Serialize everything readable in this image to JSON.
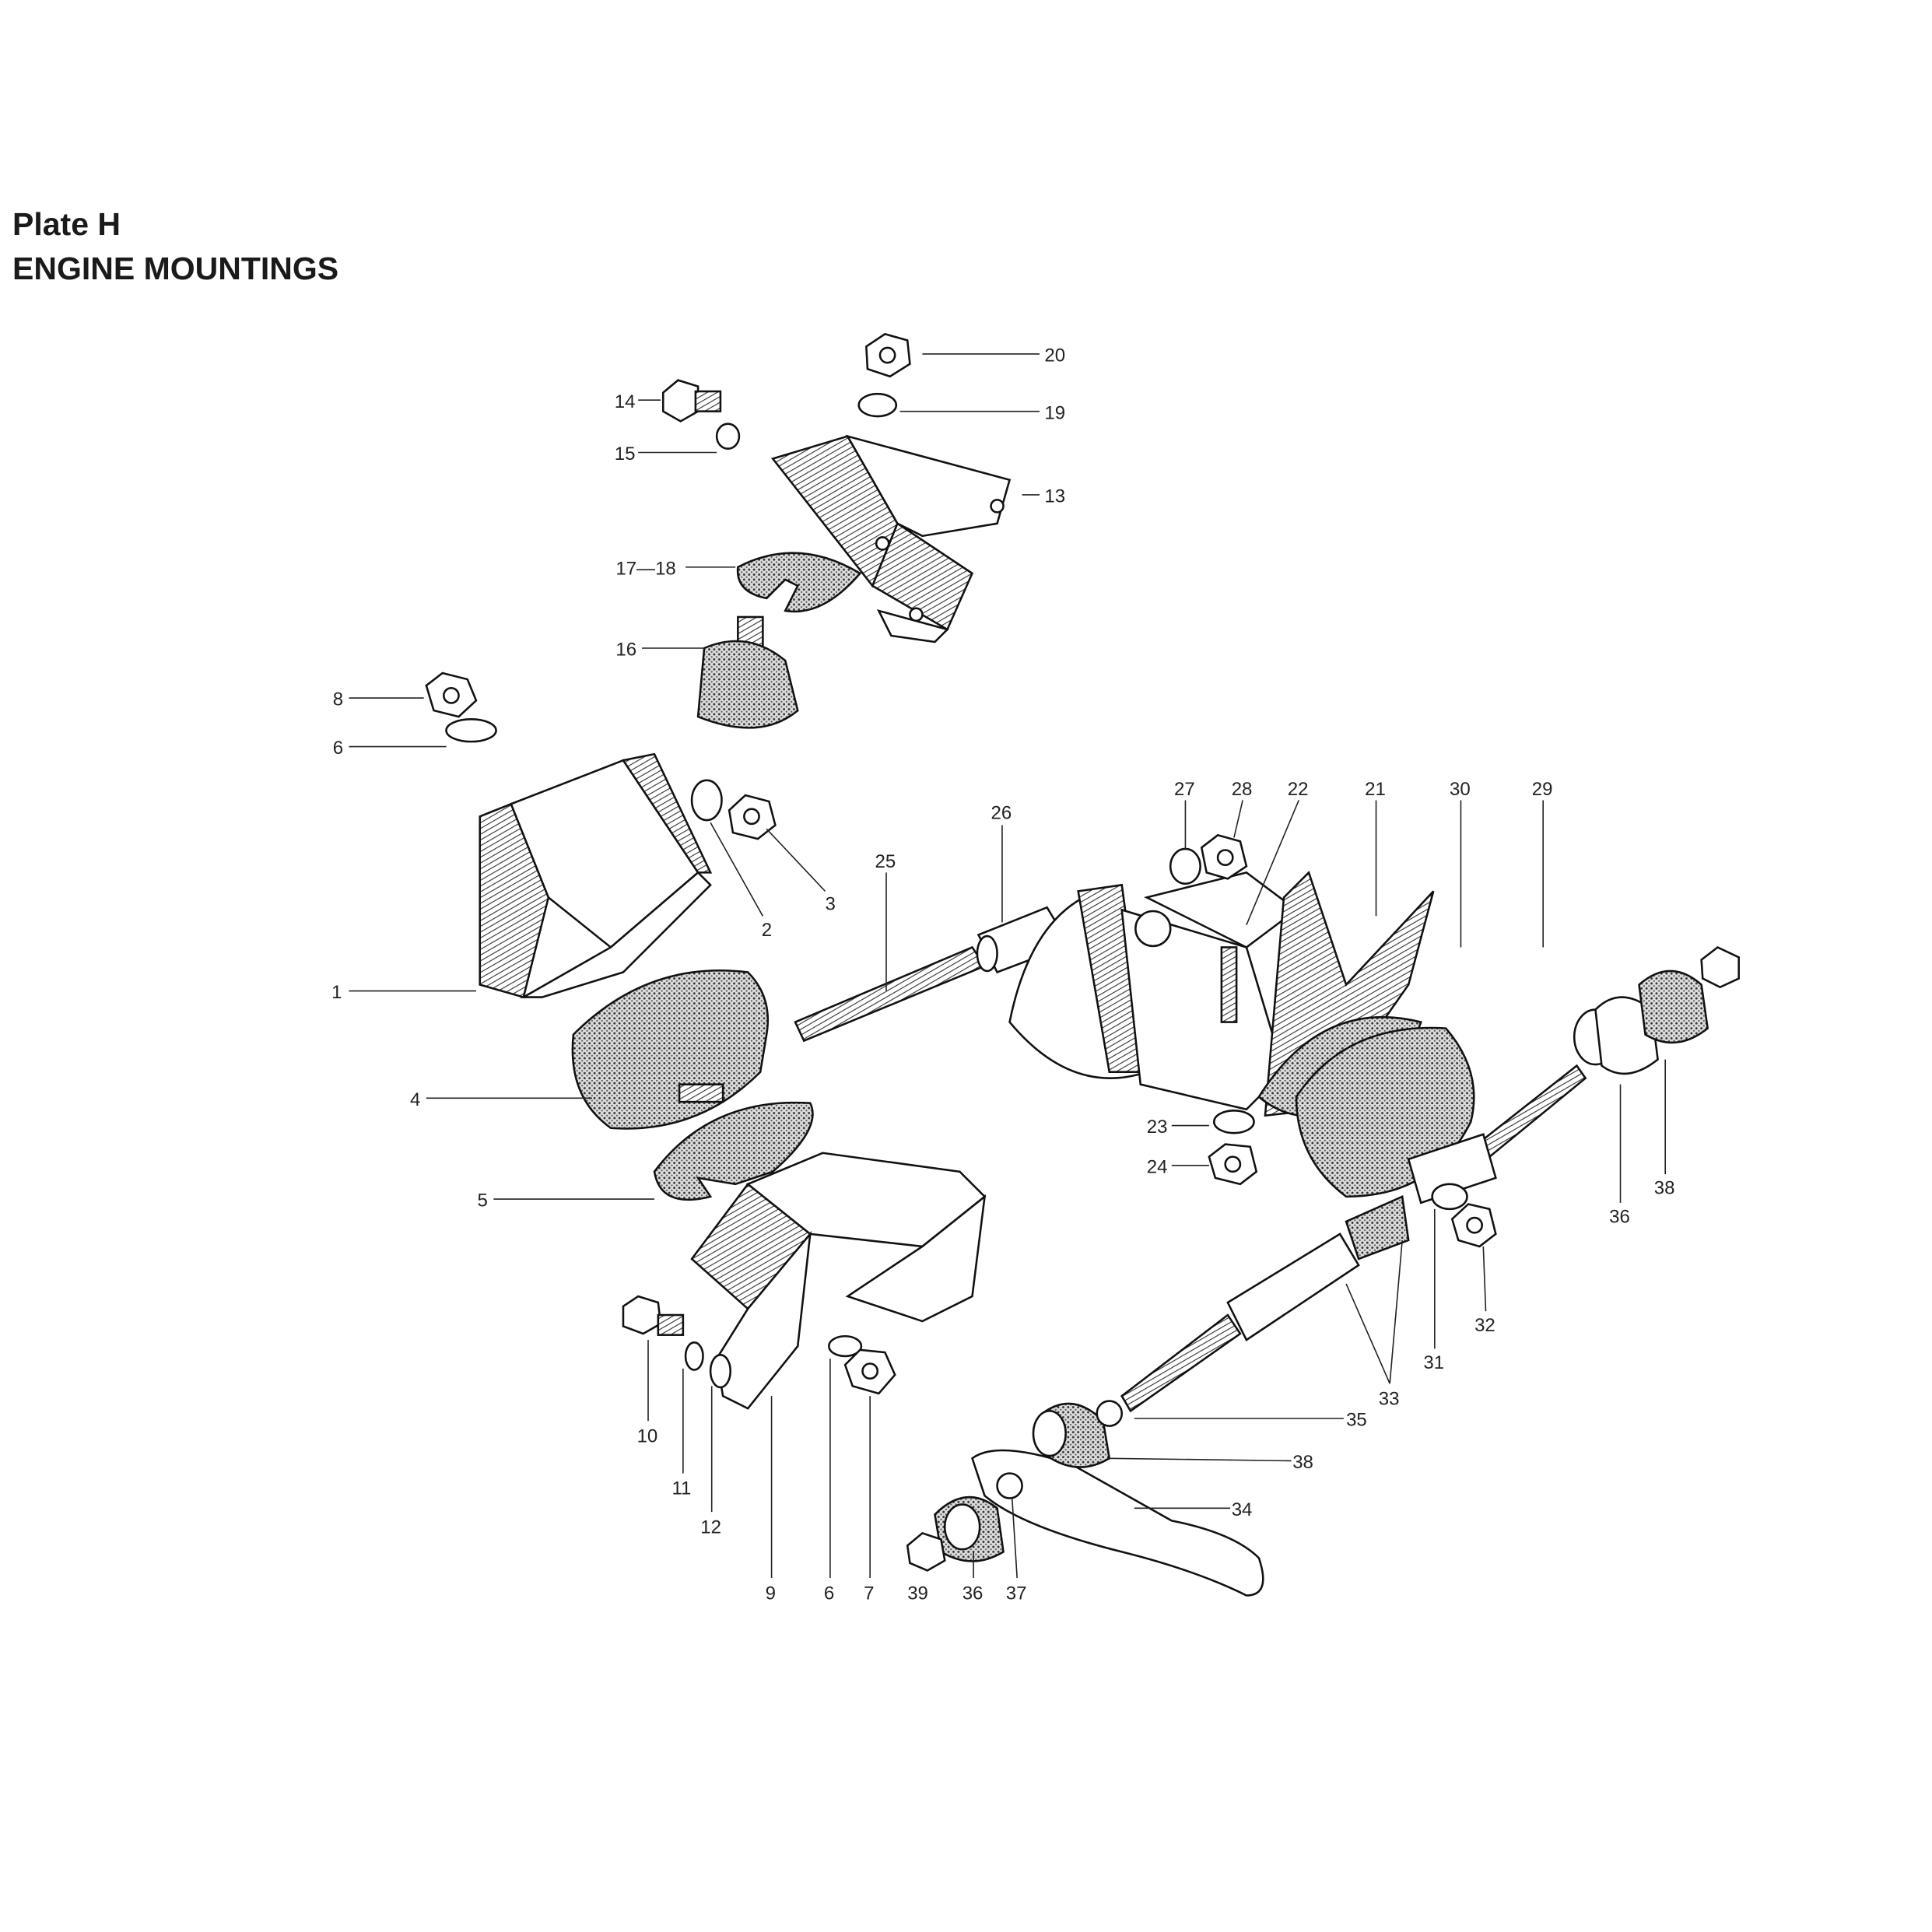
{
  "title": {
    "plate": "Plate  H",
    "name": "ENGINE MOUNTINGS"
  },
  "labels": {
    "l1": "1",
    "l2": "2",
    "l3": "3",
    "l4": "4",
    "l5": "5",
    "l6a": "6",
    "l6b": "6",
    "l7": "7",
    "l8": "8",
    "l9": "9",
    "l10": "10",
    "l11": "11",
    "l12": "12",
    "l13": "13",
    "l14": "14",
    "l15": "15",
    "l16": "16",
    "l1718": "17—18",
    "l19": "19",
    "l20": "20",
    "l21": "21",
    "l22": "22",
    "l23": "23",
    "l24": "24",
    "l25": "25",
    "l26": "26",
    "l27": "27",
    "l28": "28",
    "l29": "29",
    "l30": "30",
    "l31": "31",
    "l32": "32",
    "l33": "33",
    "l34": "34",
    "l35": "35",
    "l36a": "36",
    "l36b": "36",
    "l37": "37",
    "l38a": "38",
    "l38b": "38",
    "l39": "39"
  }
}
